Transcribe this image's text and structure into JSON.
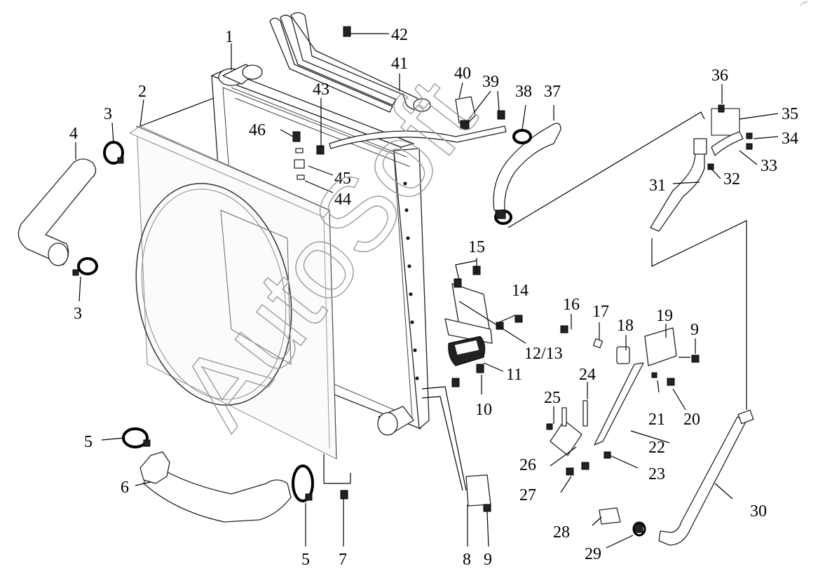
{
  "watermark": "AutoSoft",
  "corner_mark": "© ttm",
  "callouts": [
    "1",
    "2",
    "3",
    "3",
    "4",
    "5",
    "5",
    "6",
    "7",
    "8",
    "9",
    "9",
    "9",
    "10",
    "11",
    "12/13",
    "14",
    "15",
    "16",
    "17",
    "18",
    "19",
    "20",
    "21",
    "22",
    "23",
    "24",
    "25",
    "26",
    "27",
    "28",
    "29",
    "30",
    "31",
    "32",
    "33",
    "34",
    "35",
    "36",
    "37",
    "38",
    "39",
    "40",
    "41",
    "42",
    "43",
    "44",
    "45",
    "46"
  ],
  "icons": [
    "radiator-core",
    "fan-shroud",
    "hose",
    "hose-clamp",
    "bracket",
    "bolt",
    "nut",
    "tie-rod",
    "temperature-sensor"
  ]
}
